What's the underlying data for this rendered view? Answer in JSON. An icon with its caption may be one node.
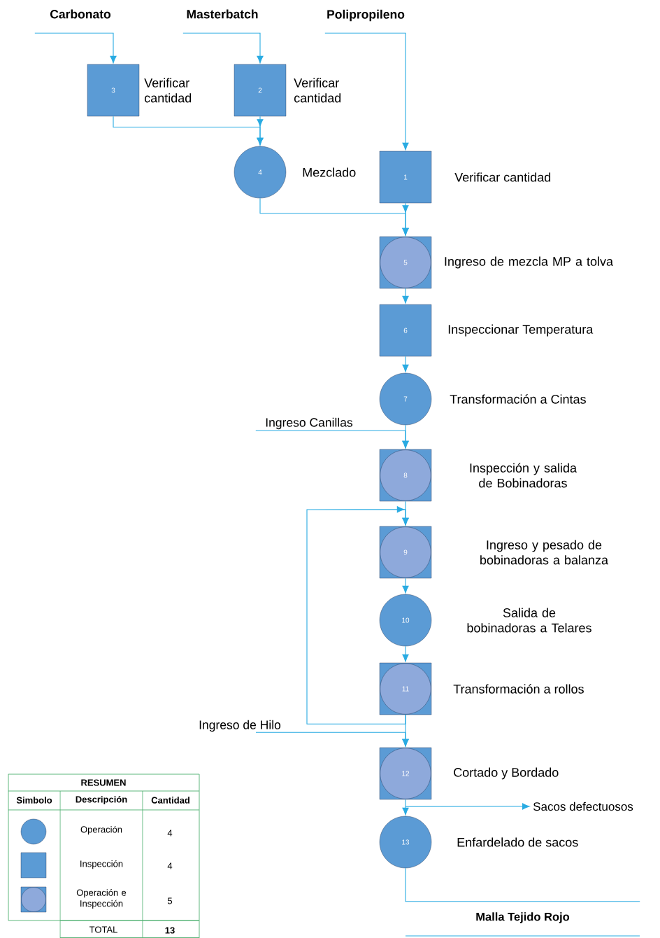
{
  "diagram": {
    "nodes": [
      {
        "text": [
          "Carbonato"
        ]
      },
      {
        "text": [
          "Masterbatch"
        ]
      },
      {
        "text": [
          "Polipropileno"
        ]
      },
      {
        "text": [
          "3"
        ],
        "beside": [
          "Verificar cantidad"
        ]
      },
      {
        "text": [
          "2"
        ],
        "beside": [
          "Verificar cantidad"
        ]
      },
      {
        "text": [
          "4"
        ],
        "beside": [
          "Mezclado"
        ]
      },
      {
        "text": [
          "1"
        ],
        "beside": [
          "Verificar cantidad"
        ]
      },
      {
        "text": [
          "5"
        ],
        "beside": [
          "Ingreso de mezcla MP a tolva"
        ]
      },
      {
        "text": [
          "6"
        ],
        "beside": [
          "Inspeccionar Temperatura"
        ]
      },
      {
        "text": [
          "7"
        ],
        "beside": [
          "Transformación a Cintas"
        ]
      },
      {
        "text": [
          "Ingreso Canillas"
        ]
      },
      {
        "text": [
          "8"
        ],
        "beside": [
          "Inspección y salida de Bobinadoras"
        ]
      },
      {
        "text": [
          "9"
        ],
        "beside": [
          "Ingreso y pesado de bobinadoras a balanza"
        ]
      },
      {
        "text": [
          "10"
        ],
        "beside": [
          "Salida de bobinadoras a Telares"
        ]
      },
      {
        "text": [
          "11"
        ],
        "beside": [
          "Transformación a rollos"
        ]
      },
      {
        "text": [
          "Ingreso de Hilo"
        ]
      },
      {
        "text": [
          "12"
        ],
        "beside": [
          "Cortado y Bordado"
        ]
      },
      {
        "text": [
          "Sacos defectuosos"
        ]
      },
      {
        "text": [
          "13"
        ],
        "beside": [
          "Enfardelado de sacos"
        ]
      },
      {
        "text": [
          "Malla Tejido Rojo"
        ]
      }
    ],
    "edges": [
      {
        "from": 0,
        "to": 3,
        "arrow": "to"
      },
      {
        "from": 1,
        "to": 4,
        "arrow": "to"
      },
      {
        "from": 2,
        "to": 6,
        "arrow": "to"
      },
      {
        "from": 3,
        "to": 5,
        "arrow": "to"
      },
      {
        "from": 4,
        "to": 5,
        "arrow": "to"
      },
      {
        "from": 5,
        "to": 7,
        "arrow": "to"
      },
      {
        "from": 6,
        "to": 7,
        "arrow": "to"
      },
      {
        "from": 7,
        "to": 8,
        "arrow": "to"
      },
      {
        "from": 8,
        "to": 9,
        "arrow": "to"
      },
      {
        "from": 9,
        "to": 11,
        "arrow": "to"
      },
      {
        "from": 10,
        "to": 11,
        "arrow": "to"
      },
      {
        "from": 11,
        "to": 12,
        "arrow": "to"
      },
      {
        "from": 14,
        "to": 12,
        "arrow": "to"
      },
      {
        "from": 12,
        "to": 13,
        "arrow": "to"
      },
      {
        "from": 13,
        "to": 14,
        "arrow": "to"
      },
      {
        "from": 14,
        "to": 16,
        "arrow": "to"
      },
      {
        "from": 15,
        "to": 16,
        "arrow": "to"
      },
      {
        "from": 16,
        "to": 18,
        "arrow": "to"
      },
      {
        "from": 16,
        "to": 17,
        "arrow": "to"
      },
      {
        "from": 18,
        "to": 19,
        "arrow": "none"
      }
    ],
    "labels": [
      "RESUMEN",
      "Simbolo",
      "Descripción",
      "Cantidad",
      "Operación",
      "4",
      "Inspección",
      "4",
      "Operación e Inspección",
      "5",
      "TOTAL",
      "13"
    ]
  }
}
